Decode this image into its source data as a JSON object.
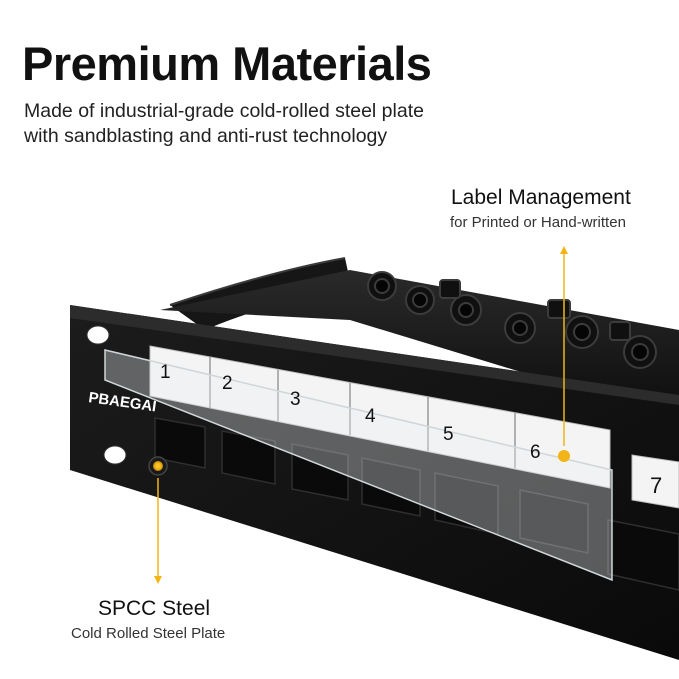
{
  "header": {
    "title": "Premium Materials",
    "description_lines": [
      "Made of industrial-grade cold-rolled steel plate",
      "with sandblasting and anti-rust technology"
    ]
  },
  "callouts": {
    "label_management": {
      "title": "Label Management",
      "subtitle": "for Printed or Hand-written"
    },
    "spcc": {
      "title": "SPCC Steel",
      "subtitle": "Cold Rolled Steel Plate"
    }
  },
  "product": {
    "brand_logo": "PBAEGAI",
    "port_labels": [
      "1",
      "2",
      "3",
      "4",
      "5",
      "6",
      "7"
    ]
  },
  "colors": {
    "accent": "#f2b417",
    "panel": "#141414",
    "text": "#111111"
  }
}
